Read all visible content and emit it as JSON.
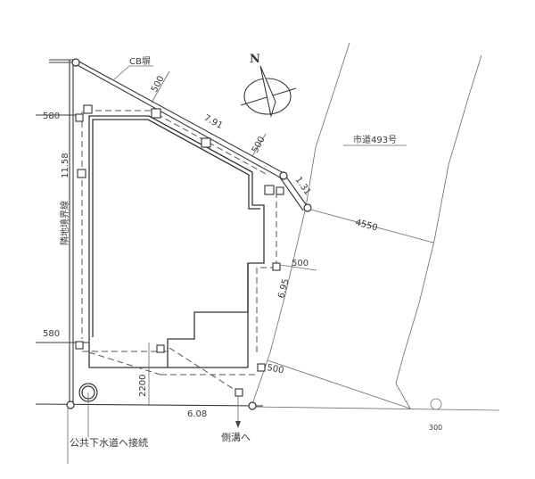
{
  "drawing": {
    "type": "site drainage plan",
    "north_label": "N",
    "road_label": "市道493号",
    "fence_label": "CB塀",
    "boundary_label": "隣地境界線",
    "sewer_note": "公共下水道へ接続",
    "gutter_note": "側溝へ",
    "dimensions": {
      "left_top_offset": "580",
      "left_bottom_offset": "580",
      "left_boundary_length": "11.58",
      "top_slope_offset": "500",
      "top_slope_length": "7.91",
      "top_slope_offset_2": "500",
      "corner_segment": "1.31",
      "road_width": "4550",
      "right_offset_upper": "500",
      "right_side_length": "6.95",
      "right_offset_lower": "500",
      "bottom_length": "6.08",
      "bottom_offset": "2200",
      "gutter_mark": "300"
    }
  }
}
